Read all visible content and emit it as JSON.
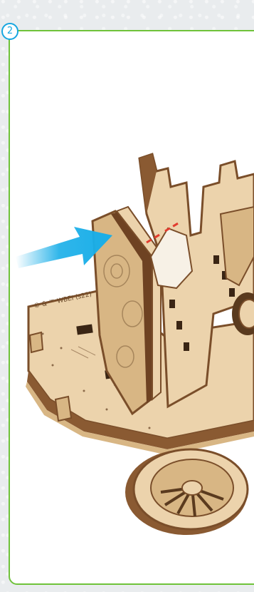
{
  "step": {
    "number": "2"
  },
  "illustration": {
    "name": "wooden-cart-model-assembly-step",
    "plate_marking": "© & ™ WBEI (s22)",
    "colors": {
      "panel_border": "#6fc23a",
      "badge": "#16a6e0",
      "arrow": "#19aee8",
      "wood_light": "#ecd3ac",
      "wood_mid": "#d8b684",
      "wood_edge": "#7a4e2a",
      "guide_line": "#e23b2e"
    }
  }
}
